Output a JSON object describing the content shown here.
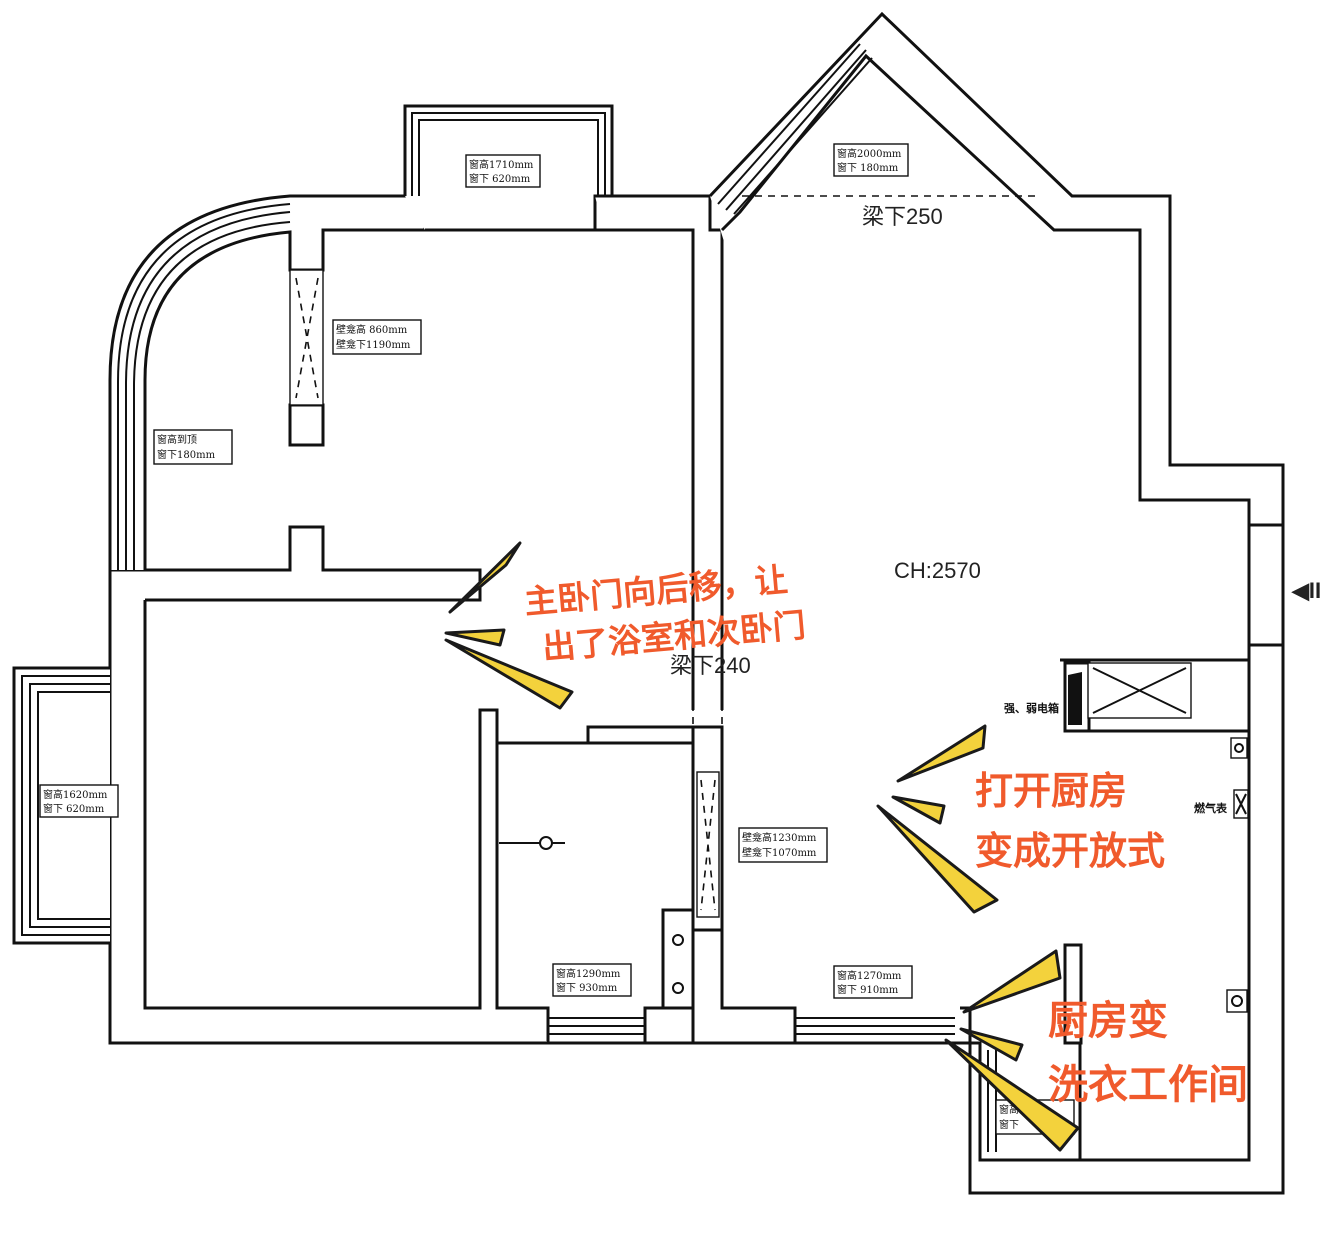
{
  "floor_plan": {
    "ceiling_height": "CH:2570",
    "beam_labels": [
      "梁下250",
      "梁下240"
    ],
    "window_labels": [
      {
        "line1": "窗高1710mm",
        "line2": "窗下 620mm"
      },
      {
        "line1": "窗高2000mm",
        "line2": "窗下 180mm"
      },
      {
        "line1": "壁龛高 860mm",
        "line2": "壁龛下1190mm"
      },
      {
        "line1": "窗高到顶",
        "line2": "窗下180mm"
      },
      {
        "line1": "窗高1620mm",
        "line2": "窗下 620mm"
      },
      {
        "line1": "壁龛高1230mm",
        "line2": "壁龛下1070mm"
      },
      {
        "line1": "窗高1290mm",
        "line2": "窗下 930mm"
      },
      {
        "line1": "窗高1270mm",
        "line2": "窗下 910mm"
      },
      {
        "line1": "窗高",
        "line2": "窗下"
      }
    ],
    "fixtures": {
      "panel_label": "强、弱电箱",
      "gas_meter_label": "燃气表",
      "entry_symbol": "◀II"
    }
  },
  "annotations": [
    {
      "line1": "主卧门向后移，让",
      "line2": "出了浴室和次卧门",
      "color": "#f05a2c"
    },
    {
      "line1": "打开厨房",
      "line2": "变成开放式",
      "color": "#f05a2c"
    },
    {
      "line1": "厨房变",
      "line2": "洗衣工作间",
      "color": "#f05a2c"
    }
  ],
  "colors": {
    "wall": "#111111",
    "annotation_text": "#f05a2c",
    "burst_fill": "#f3d23c"
  }
}
